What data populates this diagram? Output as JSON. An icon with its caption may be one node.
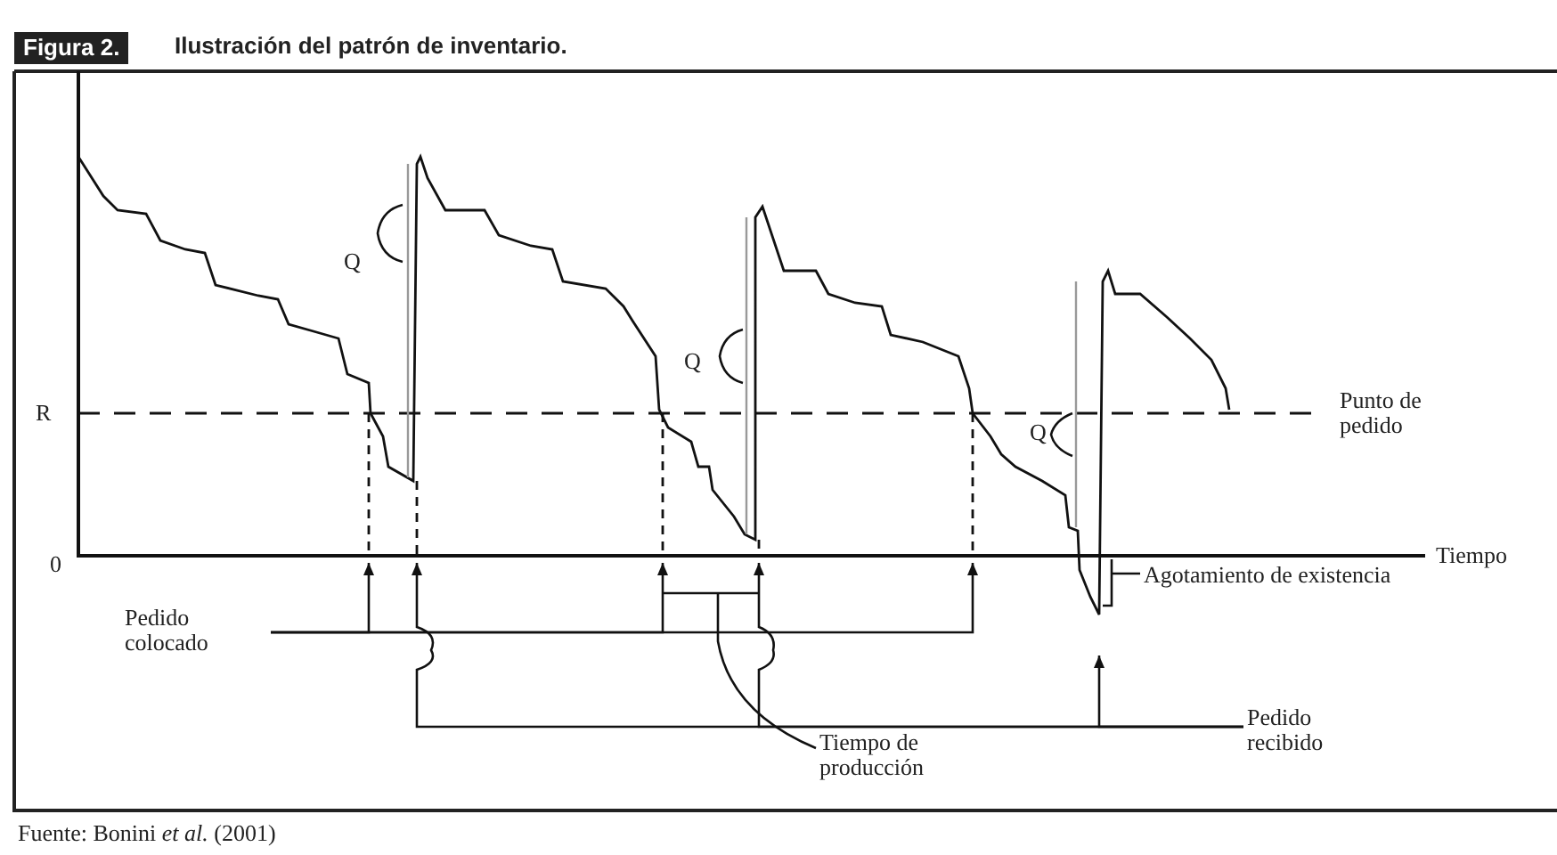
{
  "diagram": {
    "title": "Ilustración del patrón de inventario.",
    "caption": "Fuente: Bonini *et al.* (2001)",
    "nodes": [
      {
        "text": [
          "Agotamiento de existencia"
        ]
      },
      {
        "text": [
          "Pedido colocado"
        ]
      },
      {
        "text": [
          "Pedido recibido"
        ]
      },
      {
        "text": [
          "Tiempo de producción"
        ]
      }
    ],
    "edges": [
      {
        "from": 0,
        "to": null,
        "arrow": "none"
      },
      {
        "from": 1,
        "to": null,
        "arrow": "to"
      },
      {
        "from": 1,
        "to": null,
        "arrow": "to"
      },
      {
        "from": 1,
        "to": null,
        "arrow": "to"
      },
      {
        "from": 2,
        "to": null,
        "arrow": "to"
      },
      {
        "from": 2,
        "to": null,
        "arrow": "to"
      },
      {
        "from": 2,
        "to": null,
        "arrow": "to"
      },
      {
        "from": 3,
        "to": null,
        "arrow": "none"
      }
    ],
    "labels": [
      "Figura 2.",
      "Q",
      "Q",
      "R",
      "Punto de pedido",
      "Q",
      "0",
      "Tiempo"
    ]
  }
}
